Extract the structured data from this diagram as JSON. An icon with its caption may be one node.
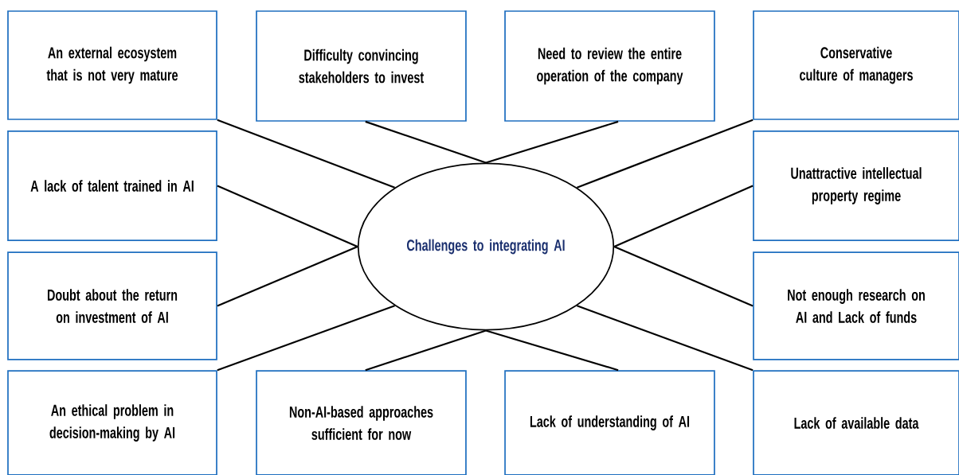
{
  "diagram": {
    "nodes": [
      {
        "text": [
          "An external ecosystem that is not very mature"
        ]
      },
      {
        "text": [
          "Difficulty convincing stakeholders to invest"
        ]
      },
      {
        "text": [
          "Need to review the entire operation of the company"
        ]
      },
      {
        "text": [
          "Conservative culture of managers"
        ]
      },
      {
        "text": [
          "A lack of talent trained in AI"
        ]
      },
      {
        "text": [
          "Challenges to integrating AI"
        ]
      },
      {
        "text": [
          "Unattractive intellectual property regime"
        ]
      },
      {
        "text": [
          "Doubt about the return on investment of AI"
        ]
      },
      {
        "text": [
          "Not enough research on AI and Lack of funds"
        ]
      },
      {
        "text": [
          "An ethical problem in decision-making by AI"
        ]
      },
      {
        "text": [
          "Non-AI-based approaches sufficient for now"
        ]
      },
      {
        "text": [
          "Lack of understanding of AI"
        ]
      },
      {
        "text": [
          "Lack of available data"
        ]
      }
    ],
    "edges": [
      {
        "from": 5,
        "to": 0,
        "arrow": "none"
      },
      {
        "from": 5,
        "to": 1,
        "arrow": "none"
      },
      {
        "from": 5,
        "to": 2,
        "arrow": "none"
      },
      {
        "from": 5,
        "to": 3,
        "arrow": "none"
      },
      {
        "from": 5,
        "to": 4,
        "arrow": "none"
      },
      {
        "from": 5,
        "to": 6,
        "arrow": "none"
      },
      {
        "from": 5,
        "to": 7,
        "arrow": "none"
      },
      {
        "from": 5,
        "to": 8,
        "arrow": "none"
      },
      {
        "from": 5,
        "to": 9,
        "arrow": "none"
      },
      {
        "from": 5,
        "to": 10,
        "arrow": "none"
      },
      {
        "from": 5,
        "to": 11,
        "arrow": "none"
      },
      {
        "from": 5,
        "to": 12,
        "arrow": "none"
      }
    ]
  }
}
